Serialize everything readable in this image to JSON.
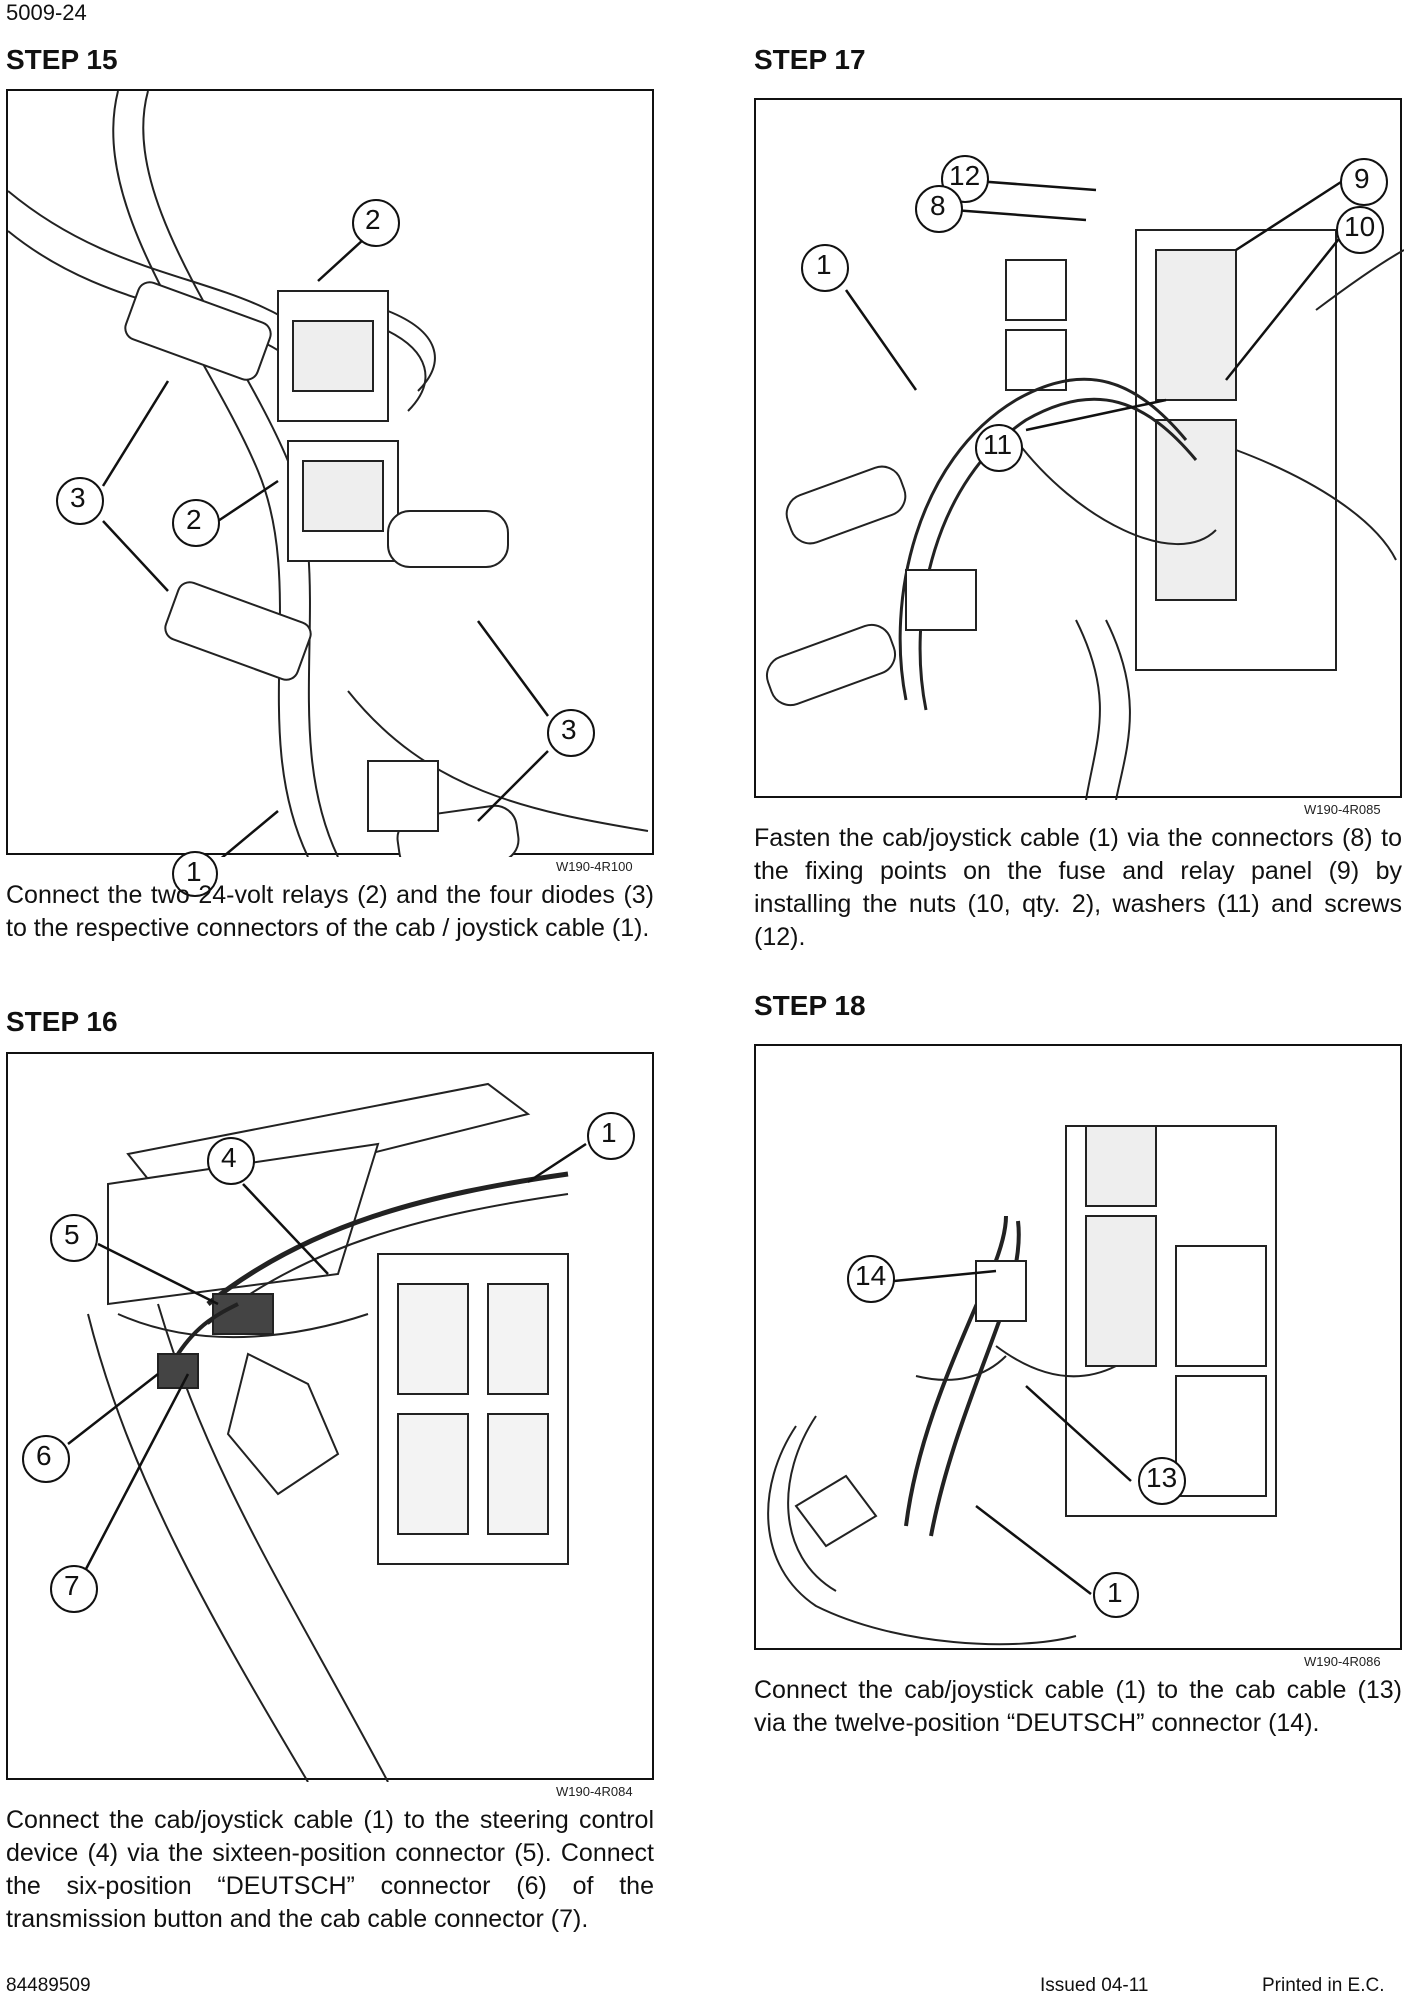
{
  "header": {
    "page_number": "5009-24"
  },
  "step15": {
    "title": "STEP 15",
    "figure_code": "W190-4R100",
    "callouts": [
      "2",
      "3",
      "2",
      "3",
      "1"
    ],
    "text": "Connect the two 24-volt relays (2) and the four diodes (3) to the respective connectors of the cab / joystick cable (1)."
  },
  "step16": {
    "title": "STEP 16",
    "figure_code": "W190-4R084",
    "callouts": [
      "4",
      "1",
      "5",
      "6",
      "7"
    ],
    "text": "Connect the cab/joystick cable (1) to the steering control device (4) via the sixteen-position connector (5).  Connect the six-position “DEUTSCH” connector (6) of the transmission button and the cab cable connector (7)."
  },
  "step17": {
    "title": "STEP 17",
    "figure_code": "W190-4R085",
    "callouts": [
      "12",
      "9",
      "8",
      "10",
      "1",
      "11"
    ],
    "text": "Fasten the cab/joystick cable (1) via the connectors (8) to the fixing points on the fuse and relay panel (9) by installing the nuts (10, qty. 2), washers (11) and screws (12)."
  },
  "step18": {
    "title": "STEP 18",
    "figure_code": "W190-4R086",
    "callouts": [
      "14",
      "13",
      "1"
    ],
    "text": "Connect the cab/joystick cable (1) to the cab cable (13) via the twelve-position “DEUTSCH” connector (14)."
  },
  "footer": {
    "part_number": "84489509",
    "issued": "Issued 04-11",
    "printed": "Printed in E.C."
  }
}
